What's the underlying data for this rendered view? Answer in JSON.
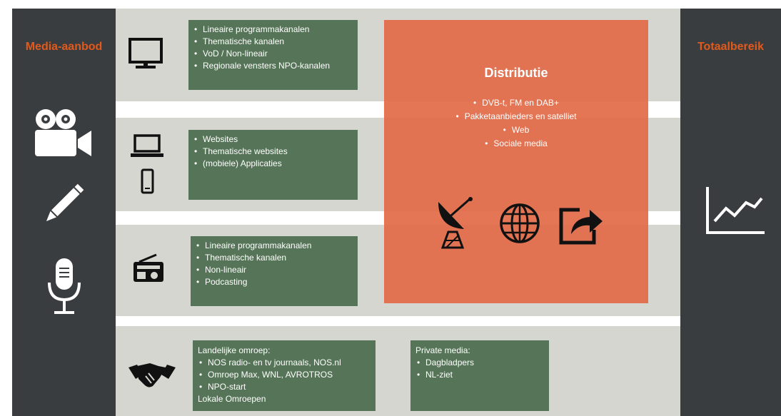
{
  "left_panel": {
    "title": "Media-aanbod",
    "icons": [
      "video-camera-icon",
      "pencil-icon",
      "microphone-icon"
    ]
  },
  "right_panel": {
    "title": "Totaalbereik",
    "icons": [
      "line-chart-icon"
    ]
  },
  "rows": [
    {
      "icon": "television-icon",
      "items": [
        "Lineaire programmakanalen",
        "Thematische kanalen",
        "VoD / Non-lineair",
        "Regionale vensters NPO-kanalen"
      ]
    },
    {
      "icon": "laptop-phone-icon",
      "items": [
        "Websites",
        "Thematische websites",
        "(mobiele) Applicaties"
      ]
    },
    {
      "icon": "radio-icon",
      "items": [
        "Lineaire programmakanalen",
        "Thematische kanalen",
        "Non-lineair",
        "Podcasting"
      ]
    }
  ],
  "bottom_row": {
    "icon": "handshake-icon",
    "box1": {
      "heading": "Landelijke omroep:",
      "items": [
        "NOS radio- en tv journaals, NOS.nl",
        "Omroep Max, WNL, AVROTROS",
        "NPO-start"
      ],
      "footer": "Lokale Omroepen"
    },
    "box2": {
      "heading": "Private media:",
      "items": [
        "Dagbladpers",
        "NL-ziet"
      ]
    }
  },
  "distribution": {
    "title": "Distributie",
    "items": [
      "DVB-t, FM en DAB+",
      "Pakketaanbieders en satelliet",
      "Web",
      "Sociale media"
    ],
    "icons": [
      "satellite-dish-icon",
      "globe-icon",
      "share-icon"
    ]
  },
  "colors": {
    "side_panel": "#3a3d40",
    "title_accent": "#e05a1c",
    "band": "#d6d6d1",
    "green_box": "#567558",
    "distribution": "#e26c49"
  }
}
